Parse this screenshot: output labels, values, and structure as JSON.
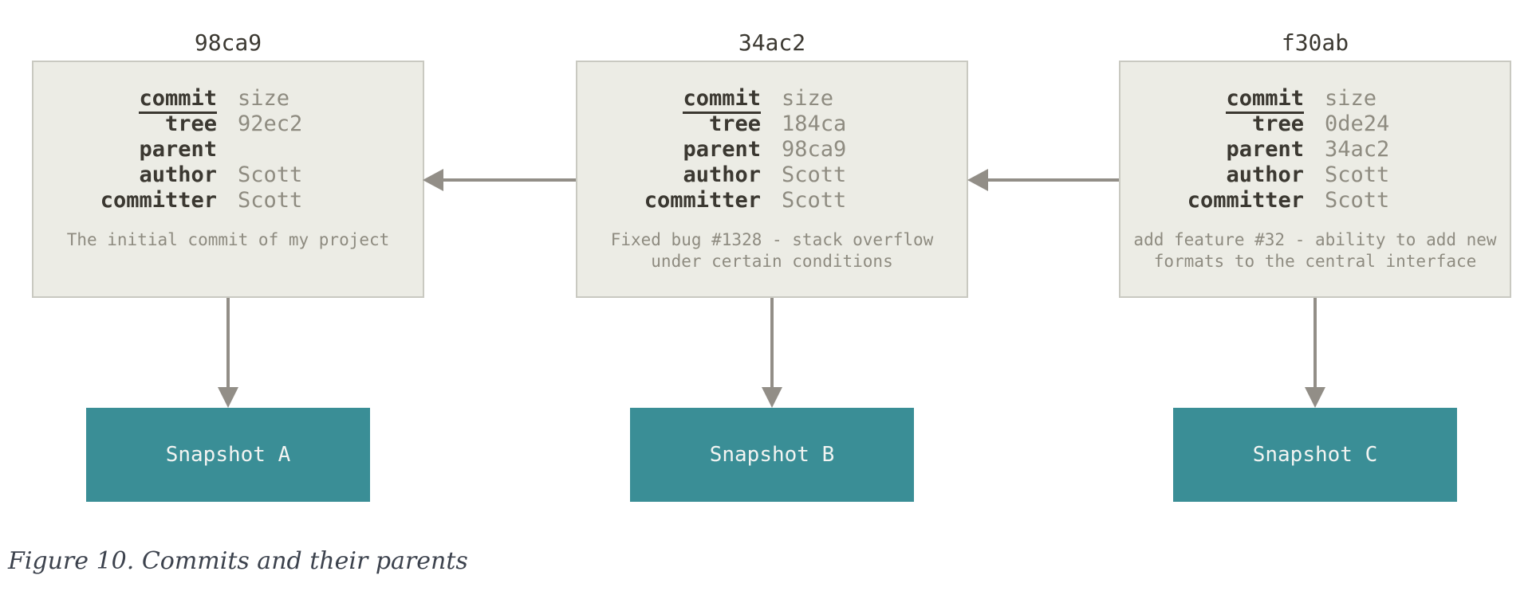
{
  "colors": {
    "teal": "#3A8E96",
    "box_fill": "#ECECE5",
    "box_border": "#C9C9C1",
    "dark_text": "#3B3831",
    "muted_text": "#8E8B80",
    "arrow": "#928E87",
    "caption_text": "#3C424D",
    "snapshot_text": "#F2F4F2"
  },
  "caption": "Figure 10. Commits and their parents",
  "commits": [
    {
      "id": "98ca9",
      "fields": [
        {
          "label": "commit",
          "value": "size"
        },
        {
          "label": "tree",
          "value": "92ec2"
        },
        {
          "label": "parent",
          "value": ""
        },
        {
          "label": "author",
          "value": "Scott"
        },
        {
          "label": "committer",
          "value": "Scott"
        }
      ],
      "message_line1": "The initial commit of my project",
      "message_line2": "",
      "snapshot_label": "Snapshot A"
    },
    {
      "id": "34ac2",
      "fields": [
        {
          "label": "commit",
          "value": "size"
        },
        {
          "label": "tree",
          "value": "184ca"
        },
        {
          "label": "parent",
          "value": "98ca9"
        },
        {
          "label": "author",
          "value": "Scott"
        },
        {
          "label": "committer",
          "value": "Scott"
        }
      ],
      "message_line1": "Fixed bug #1328 - stack overflow",
      "message_line2": "under certain conditions",
      "snapshot_label": "Snapshot B"
    },
    {
      "id": "f30ab",
      "fields": [
        {
          "label": "commit",
          "value": "size"
        },
        {
          "label": "tree",
          "value": "0de24"
        },
        {
          "label": "parent",
          "value": "34ac2"
        },
        {
          "label": "author",
          "value": "Scott"
        },
        {
          "label": "committer",
          "value": "Scott"
        }
      ],
      "message_line1": "add feature #32 - ability to add new",
      "message_line2": "formats to the central interface",
      "snapshot_label": "Snapshot C"
    }
  ]
}
